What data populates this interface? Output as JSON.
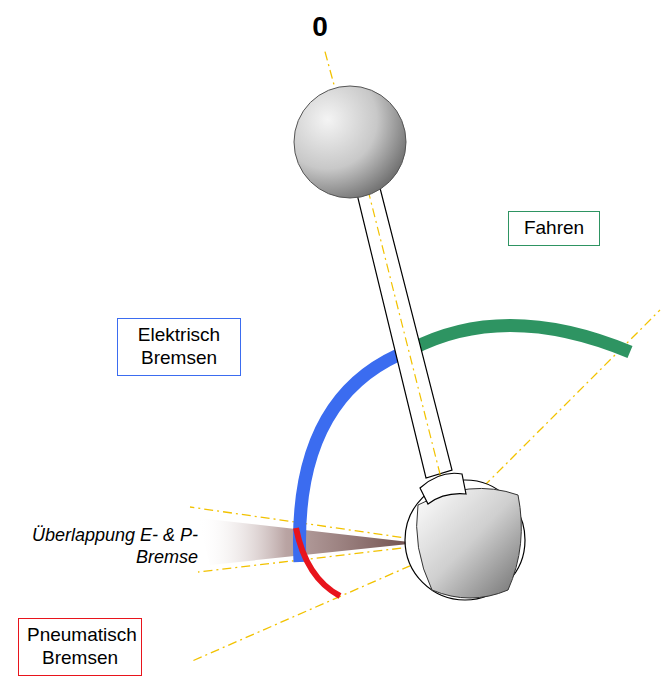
{
  "diagram": {
    "nodes": [
      {
        "text": [
          "Fahren"
        ]
      },
      {
        "text": [
          "Elektrisch Bremsen"
        ]
      },
      {
        "text": [
          "Pneumatisch Bremsen"
        ]
      }
    ],
    "labels": [
      "0",
      "Überlappung E- & P-Bremse"
    ]
  }
}
